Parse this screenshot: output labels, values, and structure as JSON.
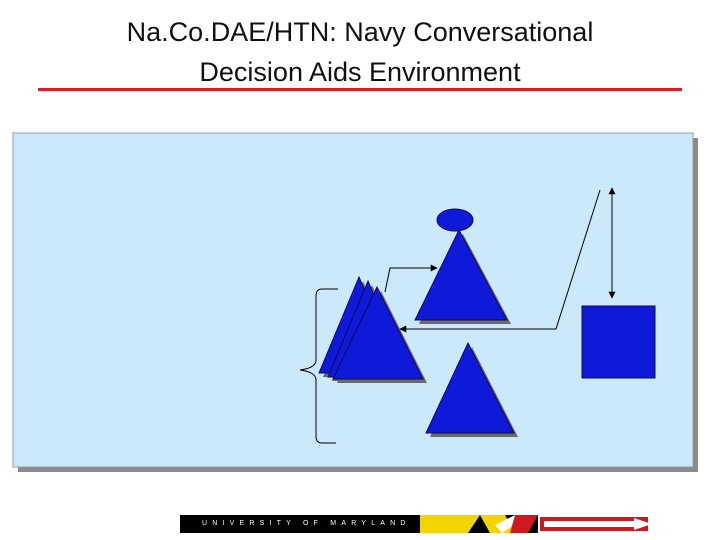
{
  "slide": {
    "title_line1": "Na.Co.DAE/HTN: Navy Conversational",
    "title_line2": "Decision Aids Environment"
  },
  "footer": {
    "university_label": "UNIVERSITY OF MARYLAND"
  },
  "colors": {
    "title_rule": "#e21b23",
    "panel_fill": "#cce8fb",
    "shape_fill": "#0f1ad8",
    "shape_shadow": "#666666"
  }
}
